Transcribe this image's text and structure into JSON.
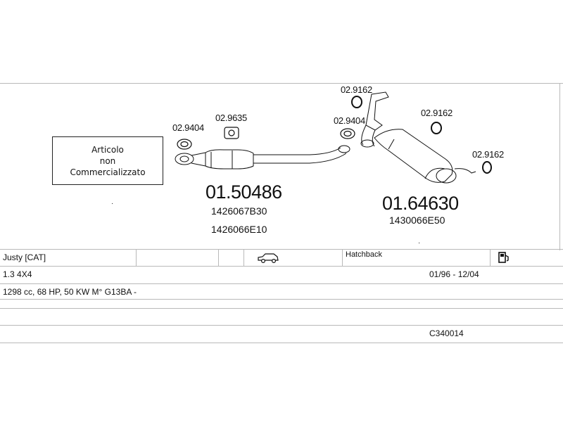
{
  "legend": {
    "line1": "Articolo",
    "line2": "non",
    "line3": "Commercializzato"
  },
  "parts": {
    "front_pipe": {
      "number": "01.50486",
      "oem1": "1426067B30",
      "oem2": "1426066E10"
    },
    "rear_silencer": {
      "number": "01.64630",
      "oem1": "1430066E50"
    }
  },
  "fittings": {
    "gasket_front": "02.9404",
    "gasket_mid": "02.9635",
    "hanger_top": "02.9162",
    "gasket_rear": "02.9404",
    "hanger_right": "02.9162",
    "hanger_tail": "02.9162"
  },
  "vehicle": {
    "model": "Justy  [CAT]",
    "body": "Hatchback",
    "variant": "1.3 4X4",
    "years": "01/96 - 12/04",
    "engine": "1298 cc, 68 HP, 50 KW M° G13BA -",
    "code": "C340014"
  },
  "icons": {
    "car": "car-icon",
    "fuel": "fuel-pump-icon"
  }
}
